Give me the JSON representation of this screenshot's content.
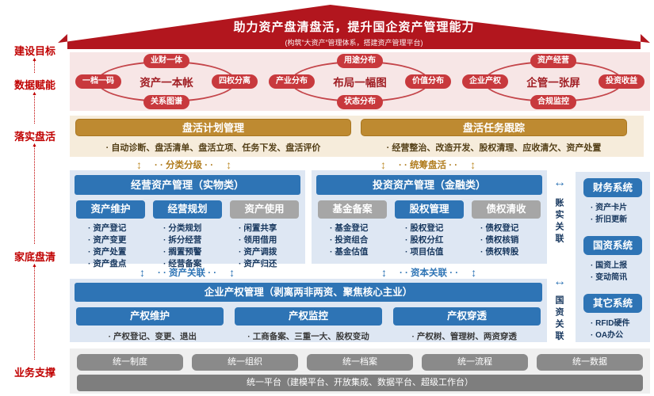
{
  "banner": {
    "title": "助力资产盘清盘活，提升国企资产管理能力",
    "subtitle": "(构筑“大资产”管理体系，搭建资产管理平台)"
  },
  "left_rail": {
    "items": [
      {
        "label": "建设目标"
      },
      {
        "label": "数据赋能"
      },
      {
        "label": "落实盘活"
      },
      {
        "label": "家底盘清"
      },
      {
        "label": "业务支撑"
      }
    ]
  },
  "data_clusters": [
    {
      "center": "资产一本帐",
      "top": "业财一体",
      "left": "一档一码",
      "right": "四权分离",
      "bottom": "关系图谱"
    },
    {
      "center": "布局一幅图",
      "top": "用途分布",
      "left": "产业分布",
      "right": "价值分布",
      "bottom": "状态分布"
    },
    {
      "center": "企管一张屏",
      "top": "资产经营",
      "left": "企业产权",
      "right": "投资收益",
      "bottom": "合规监控"
    }
  ],
  "activation": {
    "plan": {
      "title": "盘活计划管理",
      "bullets": "自动诊断、盘活清单、盘活立项、任务下发、盘活评价"
    },
    "track": {
      "title": "盘活任务跟踪",
      "bullets": "经营整治、改造开发、股权清理、应收清欠、资产处置"
    }
  },
  "connectors": {
    "classify": "分类分级",
    "overall": "统筹盘活",
    "asset": "资产关联",
    "capital": "资本关联",
    "account": "账实关联",
    "soa": "国资关联"
  },
  "operating_assets": {
    "title": "经营资产管理（实物类）",
    "columns": [
      {
        "label": "资产维护",
        "style": "blue",
        "items": [
          "资产登记",
          "资产变更",
          "资产处置",
          "资产盘点"
        ]
      },
      {
        "label": "经营规划",
        "style": "blue",
        "items": [
          "分类规划",
          "拆分经营",
          "搁置预警",
          "经营备案"
        ]
      },
      {
        "label": "资产使用",
        "style": "gray",
        "items": [
          "闲置共享",
          "领用借用",
          "资产调拨",
          "资产归还"
        ]
      }
    ]
  },
  "investment_assets": {
    "title": "投资资产管理（金融类）",
    "columns": [
      {
        "label": "基金备案",
        "style": "gray",
        "items": [
          "基金登记",
          "投资组合",
          "基金估值"
        ]
      },
      {
        "label": "股权管理",
        "style": "blue",
        "items": [
          "股权登记",
          "股权分红",
          "项目估值"
        ]
      },
      {
        "label": "债权清收",
        "style": "gray",
        "items": [
          "债权登记",
          "债权核销",
          "债权转股"
        ]
      }
    ]
  },
  "equity": {
    "title": "企业产权管理（剥离两非两资、聚焦核心主业）",
    "columns": [
      {
        "label": "产权维护",
        "bullets": "产权登记、变更、退出"
      },
      {
        "label": "产权监控",
        "bullets": "工商备案、三重一大、股权变动"
      },
      {
        "label": "产权穿透",
        "bullets": "产权树、管理树、两资穿透"
      }
    ]
  },
  "external_systems": {
    "groups": [
      {
        "title": "财务系统",
        "items": [
          "资产卡片",
          "折旧更新"
        ]
      },
      {
        "title": "国资系统",
        "items": [
          "国资上报",
          "变动简讯"
        ]
      },
      {
        "title": "其它系统",
        "items": [
          "RFID硬件",
          "OA办公"
        ]
      }
    ]
  },
  "foundation": {
    "pills": [
      "统一制度",
      "统一组织",
      "统一档案",
      "统一流程",
      "统一数据"
    ],
    "platform": "统一平台（建模平台、开放集成、数据平台、超级工作台）"
  },
  "icons": {
    "up_arrow": "▲",
    "updown_arrow": "↕",
    "leftright_arrow": "↔"
  },
  "colors": {
    "brand_red": "#B2161E",
    "pill_red": "#C8393D",
    "gold": "#BE8A31",
    "blue": "#2E74B5",
    "navy": "#17375E",
    "gray": "#A6A6A6"
  }
}
